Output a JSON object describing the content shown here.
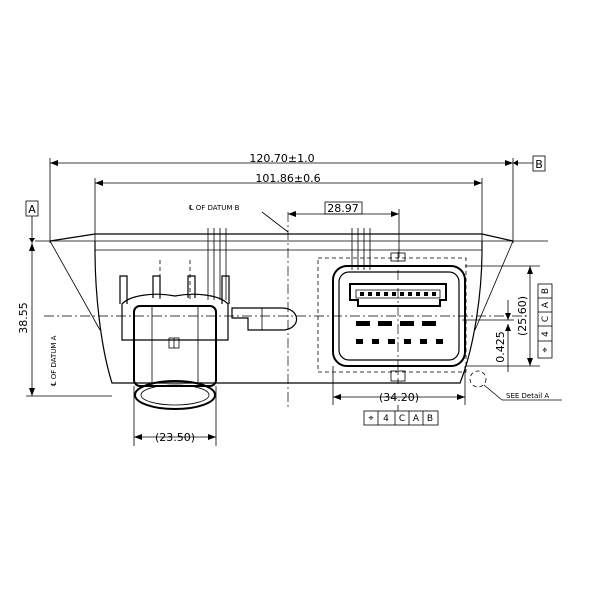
{
  "dimensions": {
    "overall_width": "120.70±1.0",
    "inner_width": "101.86±0.6",
    "pin_span": "28.97",
    "height": "38.55",
    "connector_height": "(25.60)",
    "offset": "0.425",
    "connector_width": "(34.20)",
    "round_width": "(23.50)"
  },
  "datums": {
    "a": "A",
    "b": "B",
    "centerline_a": "℄ OF DATUM A",
    "centerline_b": "℄ OF DATUM B"
  },
  "callouts": {
    "detail": "SEE Detail A"
  },
  "tolerance_frames": {
    "bottom": [
      "⌖",
      "4",
      "C",
      "A",
      "B"
    ],
    "right": [
      "⌖",
      "4",
      "C",
      "A",
      "B"
    ]
  }
}
